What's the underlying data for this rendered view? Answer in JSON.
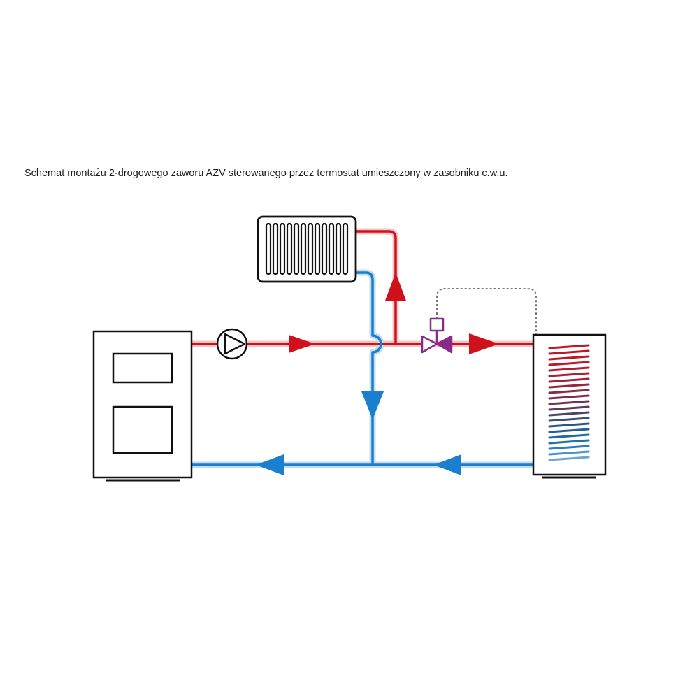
{
  "caption": "Schemat montażu 2-drogowego zaworu AZV sterowanego przez termostat umieszczony w zasobniku c.w.u.",
  "colors": {
    "hot_pipe": "#d0111b",
    "hot_pipe_halo": "#f2c4c6",
    "cold_pipe": "#1a7fcf",
    "cold_pipe_halo": "#c3dcef",
    "valve": "#8a2a8c",
    "outline": "#111111",
    "control_line": "#777777"
  },
  "components": {
    "boiler": "boiler",
    "pump": "circulation-pump",
    "radiator": "radiator",
    "valve": "2-way-zone-valve-AZV",
    "tank": "hot-water-storage-tank"
  }
}
